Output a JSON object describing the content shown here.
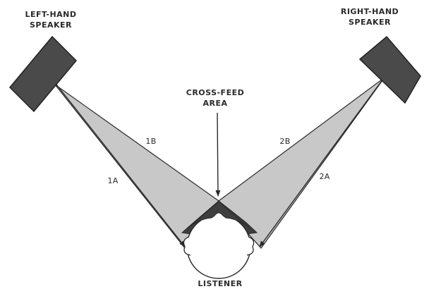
{
  "labels": {
    "left_speaker_line1": "LEFT-HAND",
    "left_speaker_line2": "SPEAKER",
    "right_speaker_line1": "RIGHT-HAND",
    "right_speaker_line2": "SPEAKER",
    "crossfeed_line1": "CROSS-FEED",
    "crossfeed_line2": "AREA",
    "listener": "LISTENER",
    "path_1a": "1A",
    "path_1b": "1B",
    "path_2a": "2A",
    "path_2b": "2B"
  },
  "colors": {
    "speaker": "#4a4a4a",
    "sound_field": "#c8c8c8",
    "crossfeed": "#3e3e3e",
    "line": "#2a2a2a"
  }
}
